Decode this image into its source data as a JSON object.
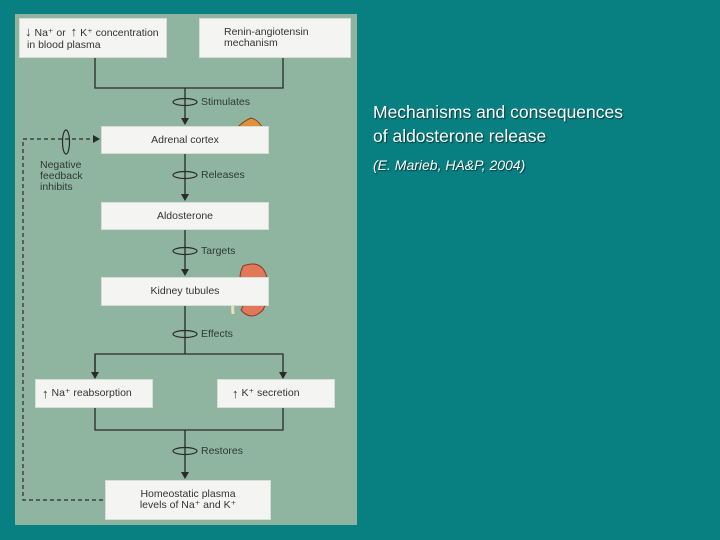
{
  "figure": {
    "boxes": {
      "na_k": {
        "arrow": "↓",
        "line1": "Na⁺ or",
        "arrow2": "↑",
        "line1b": "K⁺ concentration",
        "line2": "in blood plasma"
      },
      "renin": {
        "line1": "Renin-angiotensin",
        "line2": "mechanism"
      },
      "adrenal": "Adrenal cortex",
      "aldosterone": "Aldosterone",
      "kidney": "Kidney tubules",
      "na_reabs": {
        "arrow": "↑",
        "text": "Na⁺ reabsorption"
      },
      "k_secr": {
        "arrow": "↑",
        "text": "K⁺ secretion"
      },
      "homeo": {
        "line1": "Homeostatic plasma",
        "line2": "levels of Na⁺ and K⁺"
      }
    },
    "labels": {
      "stimulates": "Stimulates",
      "releases": "Releases",
      "targets": "Targets",
      "effects": "Effects",
      "restores": "Restores",
      "negative": "Negative",
      "feedback": "feedback",
      "inhibits": "inhibits"
    },
    "colors": {
      "background": "#8fb4a0",
      "box": "#f4f4f2",
      "line": "#2a2a2a",
      "adrenal_gland": "#e0903a",
      "kidney": "#e2785a"
    }
  },
  "caption": {
    "title_line1": "Mechanisms and consequences",
    "title_line2": "of aldosterone release",
    "citation": "(E. Marieb, HA&P, 2004)"
  }
}
